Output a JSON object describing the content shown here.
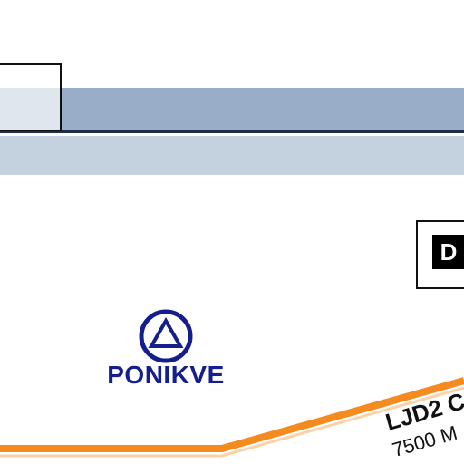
{
  "map": {
    "colors": {
      "band_dark": "#9aadc8",
      "band_light": "#c4d2e0",
      "route_orange": "#f58a1f",
      "navaid_blue": "#141e8c"
    },
    "waypoint_box": {
      "letter": "D"
    },
    "navaid": {
      "name": "PONIKVE",
      "icon": "vor-triangle-icon"
    },
    "route": {
      "name": "LJD2 C",
      "altitude": "7500 M"
    }
  }
}
